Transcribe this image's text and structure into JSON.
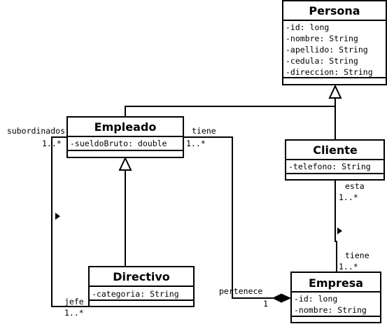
{
  "classes": {
    "persona": {
      "name": "Persona",
      "attributes": [
        "-id: long",
        "-nombre: String",
        "-apellido: String",
        "-cedula: String",
        "-direccion: String"
      ]
    },
    "empleado": {
      "name": "Empleado",
      "attributes": [
        "-sueldoBruto: double"
      ]
    },
    "cliente": {
      "name": "Cliente",
      "attributes": [
        "-telefono: String"
      ]
    },
    "directivo": {
      "name": "Directivo",
      "attributes": [
        "-categoria: String"
      ]
    },
    "empresa": {
      "name": "Empresa",
      "attributes": [
        "-id: long",
        "-nombre: String"
      ]
    }
  },
  "labels": {
    "subordinados": "subordinados",
    "subordinados_mult": "1..*",
    "jefe": "jefe",
    "jefe_mult": "1..*",
    "empleado_tiene": "tiene",
    "empleado_tiene_mult": "1..*",
    "pertenece": "pertenece",
    "pertenece_mult": "1",
    "cliente_esta": "esta",
    "cliente_esta_mult": "1..*",
    "empresa_tiene": "tiene",
    "empresa_tiene_mult": "1..*"
  }
}
